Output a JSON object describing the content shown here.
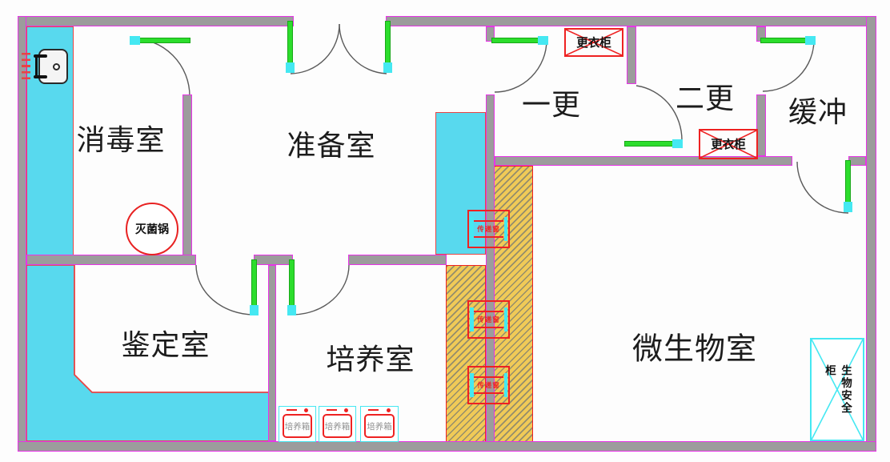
{
  "rooms": [
    {
      "id": "disinfection",
      "label": "消毒室"
    },
    {
      "id": "preparation",
      "label": "准备室"
    },
    {
      "id": "first-change",
      "label": "一更"
    },
    {
      "id": "second-change",
      "label": "二更"
    },
    {
      "id": "buffer",
      "label": "缓冲"
    },
    {
      "id": "identification",
      "label": "鉴定室"
    },
    {
      "id": "cultivation",
      "label": "培养室"
    },
    {
      "id": "microbiology",
      "label": "微生物室"
    }
  ],
  "equipment": {
    "sterilizer": "灭菌锅",
    "wardrobe": "更衣柜",
    "incubator": "培养箱",
    "biosafety_cabinet": "生物安全柜",
    "pass_window": "传递窗"
  },
  "colors": {
    "wall_fill": "#9c9c9c",
    "wall_outline": "#e833e8",
    "counter_fill": "#58d9ee",
    "counter_outline": "#e84444",
    "equipment_red": "#ee2222",
    "door_leaf_green": "#2cdd2c",
    "hinge_cyan": "#45e8f2",
    "hatch_fill": "#f0ca57",
    "hatch_line": "#8f8a6d",
    "swing_arc": "#5a5a5a",
    "label_text": "#1c1c1c",
    "incubator_text": "#8f8f8f"
  }
}
